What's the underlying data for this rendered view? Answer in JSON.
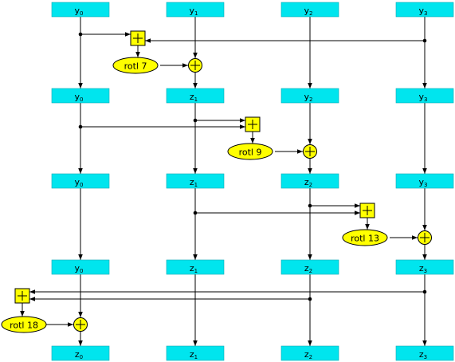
{
  "colors": {
    "register_fill": "#00e5ee",
    "operator_fill": "#ffff00",
    "line": "#000000"
  },
  "icons": {
    "add": "square-plus-icon",
    "xor_add": "circle-plus-icon",
    "arrow": "arrowhead-icon"
  },
  "diagram": {
    "rows": [
      [
        {
          "base": "y",
          "sub": "0"
        },
        {
          "base": "y",
          "sub": "1"
        },
        {
          "base": "y",
          "sub": "2"
        },
        {
          "base": "y",
          "sub": "3"
        }
      ],
      [
        {
          "base": "y",
          "sub": "0"
        },
        {
          "base": "z",
          "sub": "1"
        },
        {
          "base": "y",
          "sub": "2"
        },
        {
          "base": "y",
          "sub": "3"
        }
      ],
      [
        {
          "base": "y",
          "sub": "0"
        },
        {
          "base": "z",
          "sub": "1"
        },
        {
          "base": "z",
          "sub": "2"
        },
        {
          "base": "y",
          "sub": "3"
        }
      ],
      [
        {
          "base": "y",
          "sub": "0"
        },
        {
          "base": "z",
          "sub": "1"
        },
        {
          "base": "z",
          "sub": "2"
        },
        {
          "base": "z",
          "sub": "3"
        }
      ],
      [
        {
          "base": "z",
          "sub": "0"
        },
        {
          "base": "z",
          "sub": "1"
        },
        {
          "base": "z",
          "sub": "2"
        },
        {
          "base": "z",
          "sub": "3"
        }
      ]
    ],
    "steps": [
      {
        "rotation": "rotl 7"
      },
      {
        "rotation": "rotl 9"
      },
      {
        "rotation": "rotl 13"
      },
      {
        "rotation": "rotl 18"
      }
    ]
  }
}
